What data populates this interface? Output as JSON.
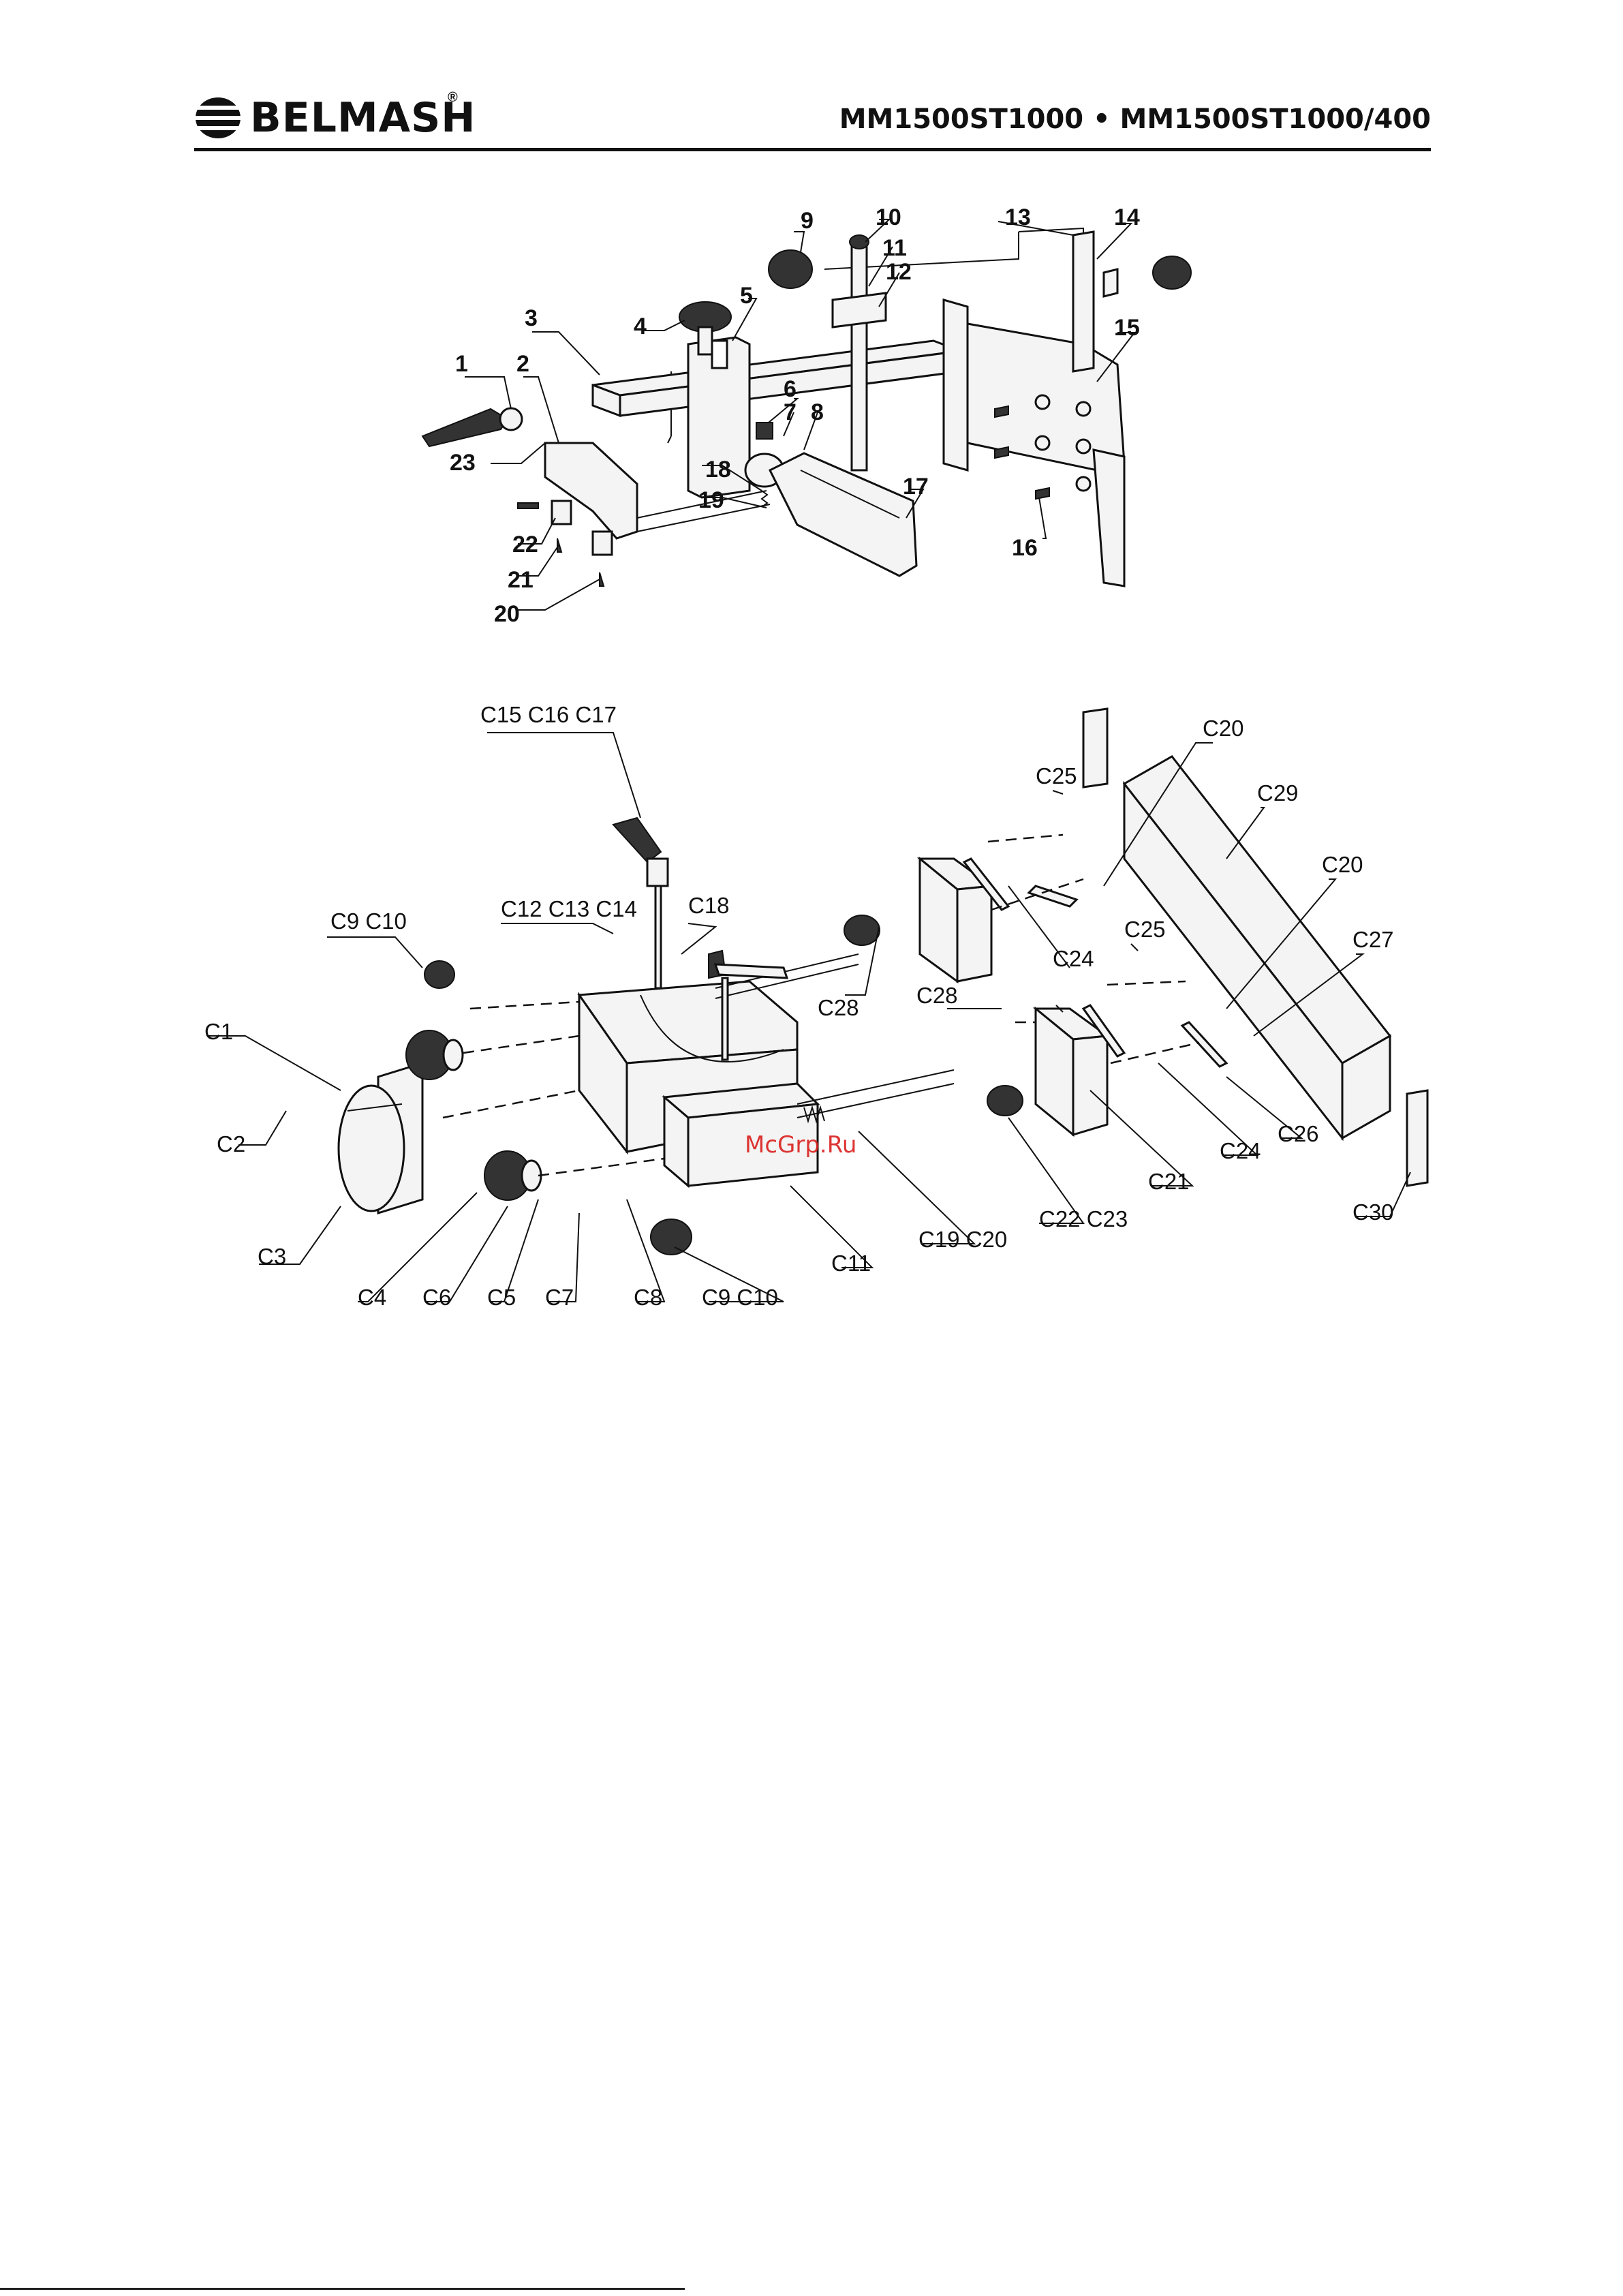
{
  "header": {
    "brand": "BELMASH",
    "registered": "®",
    "model": "MM1500ST1000 • MM1500ST1000/400"
  },
  "watermark": "McGrp.Ru",
  "diagram_top": {
    "labels": [
      {
        "id": "1",
        "text": "1"
      },
      {
        "id": "2",
        "text": "2"
      },
      {
        "id": "3",
        "text": "3"
      },
      {
        "id": "4",
        "text": "4"
      },
      {
        "id": "5",
        "text": "5"
      },
      {
        "id": "6",
        "text": "6"
      },
      {
        "id": "7",
        "text": "7"
      },
      {
        "id": "8",
        "text": "8"
      },
      {
        "id": "9",
        "text": "9"
      },
      {
        "id": "10",
        "text": "10"
      },
      {
        "id": "11",
        "text": "11"
      },
      {
        "id": "12",
        "text": "12"
      },
      {
        "id": "13",
        "text": "13"
      },
      {
        "id": "14",
        "text": "14"
      },
      {
        "id": "15",
        "text": "15"
      },
      {
        "id": "16",
        "text": "16"
      },
      {
        "id": "17",
        "text": "17"
      },
      {
        "id": "18",
        "text": "18"
      },
      {
        "id": "19",
        "text": "19"
      },
      {
        "id": "20",
        "text": "20"
      },
      {
        "id": "21",
        "text": "21"
      },
      {
        "id": "22",
        "text": "22"
      },
      {
        "id": "23",
        "text": "23"
      }
    ]
  },
  "diagram_bottom": {
    "labels": [
      {
        "id": "c15",
        "text": "C15 C16 C17"
      },
      {
        "id": "c20a",
        "text": "C20"
      },
      {
        "id": "c25a",
        "text": "C25"
      },
      {
        "id": "c29",
        "text": "C29"
      },
      {
        "id": "c20b",
        "text": "C20"
      },
      {
        "id": "c9a",
        "text": "C9   C10"
      },
      {
        "id": "c12",
        "text": "C12 C13 C14"
      },
      {
        "id": "c18",
        "text": "C18"
      },
      {
        "id": "c24a",
        "text": "C24"
      },
      {
        "id": "c25b",
        "text": "C25"
      },
      {
        "id": "c27",
        "text": "C27"
      },
      {
        "id": "c28a",
        "text": "C28"
      },
      {
        "id": "c28b",
        "text": "C28"
      },
      {
        "id": "c1",
        "text": "C1"
      },
      {
        "id": "c2",
        "text": "C2"
      },
      {
        "id": "c3",
        "text": "C3"
      },
      {
        "id": "c4",
        "text": "C4"
      },
      {
        "id": "c6",
        "text": "C6"
      },
      {
        "id": "c5",
        "text": "C5"
      },
      {
        "id": "c7",
        "text": "C7"
      },
      {
        "id": "c8",
        "text": "C8"
      },
      {
        "id": "c9b",
        "text": "C9 C10"
      },
      {
        "id": "c11",
        "text": "C11"
      },
      {
        "id": "c19",
        "text": "C19  C20"
      },
      {
        "id": "c22",
        "text": "C22 C23"
      },
      {
        "id": "c21",
        "text": "C21"
      },
      {
        "id": "c24b",
        "text": "C24"
      },
      {
        "id": "c26",
        "text": "C26"
      },
      {
        "id": "c30",
        "text": "C30"
      }
    ]
  }
}
